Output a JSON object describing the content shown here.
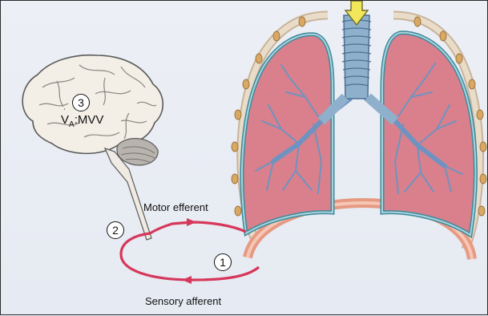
{
  "labels": {
    "motor_efferent": "Motor efferent",
    "sensory_afferent": "Sensory afferent"
  },
  "steps": {
    "step1": "1",
    "step2": "2",
    "step3": "3"
  },
  "brain_equation": {
    "symbol": "V",
    "subscript": "A",
    "rest": ":MVV"
  },
  "colors": {
    "loop": "#d6375a",
    "lung": "#d9808c",
    "airway": "#8fb0cc",
    "diaphragm": "#e79a82",
    "arrow": "#f2e65a",
    "brain": "#f3efe6"
  }
}
